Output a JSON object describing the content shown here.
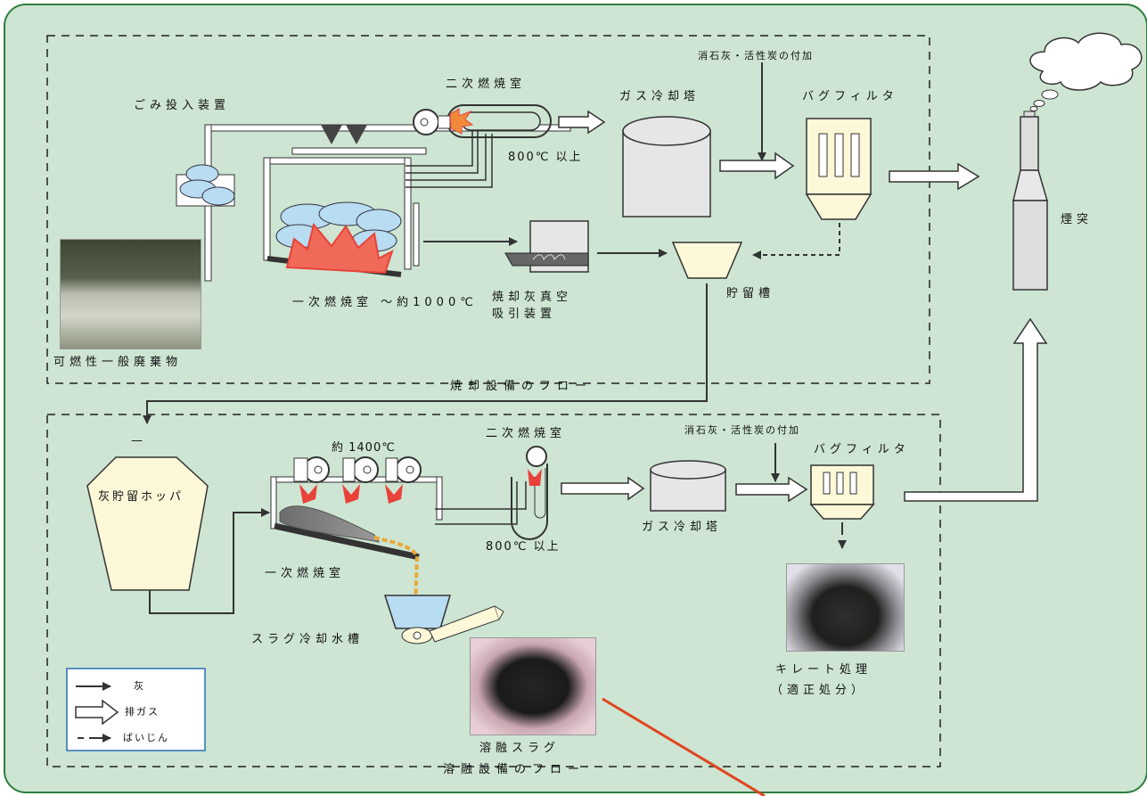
{
  "top_section": {
    "caption": "焼却設備のフロー",
    "feeder_label": "ごみ投入装置",
    "waste_label": "可燃性一般廃棄物",
    "primary_chamber_label": "一次燃焼室 ～約1000℃",
    "secondary_chamber_label": "二次燃焼室",
    "secondary_temp_label": "800℃ 以上",
    "cooling_tower_label": "ガス冷却塔",
    "bag_filter_label": "バグフィルタ",
    "additive_label": "消石灰・活性炭の付加",
    "ash_vacuum_label_1": "焼却灰真空",
    "ash_vacuum_label_2": "吸引装置",
    "storage_tank_label": "貯留槽",
    "chimney_label": "煙突"
  },
  "bottom_section": {
    "caption": "溶融設備のフロー",
    "hopper_label": "灰貯留ホッパ",
    "hopper_dash": "—",
    "temp_label": "約 1400℃",
    "secondary_chamber_label": "二次燃焼室",
    "secondary_temp_label": "800℃ 以上",
    "primary_chamber_label": "一次燃焼室",
    "slag_tank_label": "スラグ冷却水槽",
    "cooling_tower_label": "ガス冷却塔",
    "additive_label": "消石灰・活性炭の付加",
    "bag_filter_label": "バグフィルタ",
    "chelate_label": "キレート処理",
    "chelate_sub_label": "（適正処分）",
    "slag_label": "溶融スラグ"
  },
  "legend": {
    "ash": "灰",
    "exhaust": "排ガス",
    "fly_ash": "ばいじん"
  },
  "colors": {
    "background": "#cde5d2",
    "border_green": "#2e7d3e",
    "blue_tank": "#b8dcf2",
    "fire": "#e8423a",
    "cream": "#fdf8d8",
    "cooler": "#e6e6e6",
    "red_line": "#e0451e",
    "legend_border": "#2a6fb5"
  }
}
